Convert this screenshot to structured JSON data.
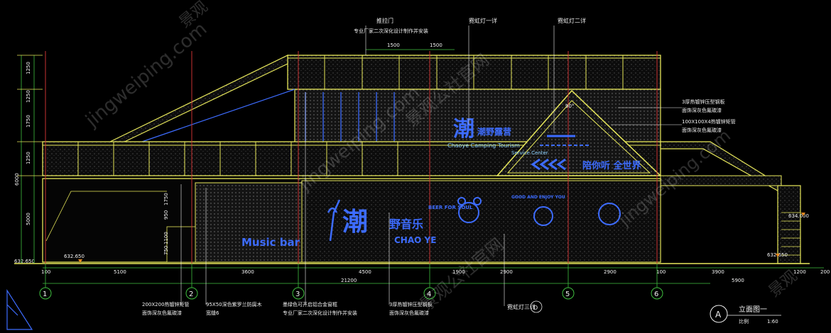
{
  "drawing": {
    "title": "立面图一",
    "scale_label": "比例",
    "scale_value": "1:60",
    "view_mark": "A",
    "d_mark": "D"
  },
  "watermarks": {
    "url": "jingweiping.com",
    "brand": "景观公社官网",
    "corner": "景观"
  },
  "annotations": {
    "top": [
      {
        "id": "railing-door",
        "line1": "推拉门",
        "line2": "专业厂家二次深化设计制作并安装"
      },
      {
        "id": "neon-1",
        "line1": "霓虹灯一详"
      },
      {
        "id": "neon-2",
        "line1": "霓虹灯二详"
      }
    ],
    "right": [
      {
        "line1": "3厚热镀锌压型钢板",
        "line2": "面饰深灰色氟碳漆"
      },
      {
        "line1": "100X100X4热镀锌矩管",
        "line2": "面饰深灰色氟碳漆"
      }
    ],
    "bottom": [
      {
        "line1": "200X200热镀锌矩管",
        "line2": "面饰深灰色氟碳漆"
      },
      {
        "line1": "95X50深色紫罗兰防腐木",
        "line2": "宽缝6"
      },
      {
        "line1": "墨绿色可开启铝合金窗框",
        "line2": "专业厂家二次深化设计制作并安装"
      },
      {
        "line1": "3厚热镀锌压型钢板",
        "line2": "面饰深灰色氟碳漆"
      },
      {
        "line1": "霓虹灯三详"
      }
    ]
  },
  "dimensions": {
    "top_spacing": [
      "1500",
      "1500"
    ],
    "left_vertical": [
      "1250",
      "1250",
      "1750",
      "1250",
      "6000",
      "5000"
    ],
    "left_inner": [
      "1750",
      "950",
      "1100",
      "750"
    ],
    "bottom_segments": [
      "100",
      "5100",
      "3600",
      "4500",
      "1900",
      "2900",
      "2900",
      "100",
      "3900",
      "1200",
      "200"
    ],
    "total": "21200",
    "right_total": "5900"
  },
  "elevations": [
    "632.650",
    "632.650",
    "634.000",
    "632.650"
  ],
  "axes": [
    "1",
    "2",
    "3",
    "4",
    "5",
    "6"
  ],
  "signage": {
    "cn_brand": "潮",
    "brand_cn_full": "潮野露营",
    "brand_en": "Chaoye Camping Tourism",
    "service": "Service Center",
    "slogan": "陪你听 全世界",
    "music": "Music bar",
    "music_cn": "野音乐",
    "chao_ye": "CHAO YE",
    "beer": "BEER FOR SOUL",
    "good": "GOOD AND ENJOY YOU",
    "angle": "90°"
  },
  "colors": {
    "outline": "#e8e85a",
    "neon": "#3d6cff",
    "text": "#f0f0f0",
    "axis": "#3fbf3f",
    "redline": "#c83232"
  }
}
